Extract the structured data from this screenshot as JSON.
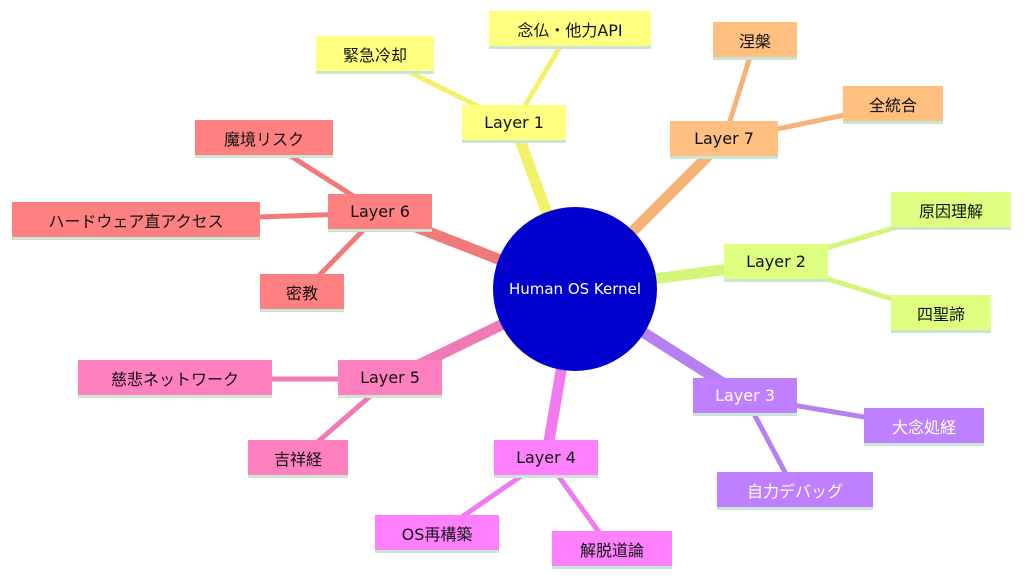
{
  "center": {
    "label": "Human OS Kernel",
    "color": "#0000cc"
  },
  "branches": [
    {
      "label": "Layer 1",
      "color": "#ffff80",
      "edge": "#f2f26a",
      "text": "#111111",
      "leaves": [
        "緊急冷却",
        "念仏・他力API"
      ]
    },
    {
      "label": "Layer 7",
      "color": "#ffbf80",
      "edge": "#f5b37a",
      "text": "#111111",
      "leaves": [
        "涅槃",
        "全統合"
      ]
    },
    {
      "label": "Layer 2",
      "color": "#dfff80",
      "edge": "#d4f57a",
      "text": "#111111",
      "leaves": [
        "原因理解",
        "四聖諦"
      ]
    },
    {
      "label": "Layer 3",
      "color": "#bf80ff",
      "edge": "#b680f0",
      "text": "#ffffff",
      "leaves": [
        "大念処経",
        "自力デバッグ"
      ]
    },
    {
      "label": "Layer 4",
      "color": "#ff80ff",
      "edge": "#f07af0",
      "text": "#111111",
      "leaves": [
        "OS再構築",
        "解脱道論"
      ]
    },
    {
      "label": "Layer 5",
      "color": "#ff80bf",
      "edge": "#f07ab6",
      "text": "#111111",
      "leaves": [
        "慈悲ネットワーク",
        "吉祥経"
      ]
    },
    {
      "label": "Layer 6",
      "color": "#ff8080",
      "edge": "#f07a7a",
      "text": "#111111",
      "leaves": [
        "魔境リスク",
        "ハードウェア直アクセス",
        "密教"
      ]
    }
  ]
}
